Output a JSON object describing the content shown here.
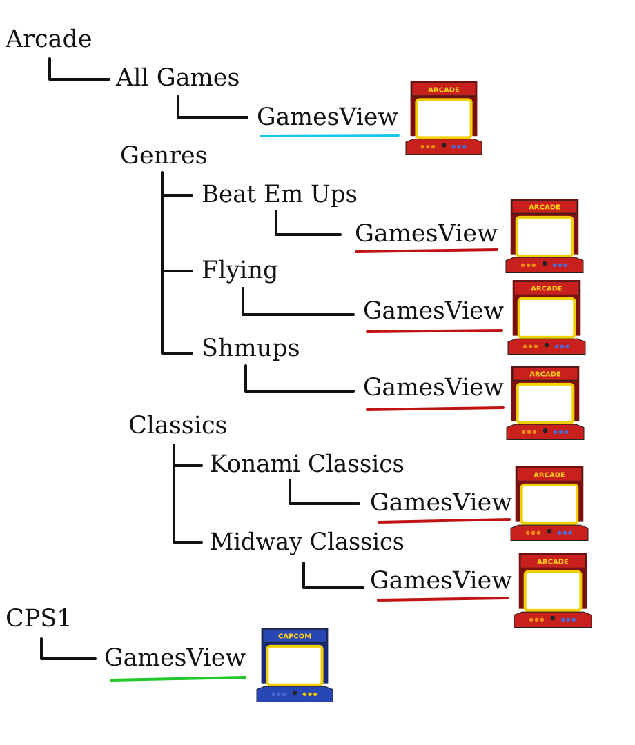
{
  "tree": {
    "arcade": {
      "label": "Arcade",
      "all_games": {
        "label": "All Games",
        "view": "GamesView"
      },
      "genres": {
        "label": "Genres",
        "items": [
          {
            "label": "Beat Em Ups",
            "view": "GamesView"
          },
          {
            "label": "Flying",
            "view": "GamesView"
          },
          {
            "label": "Shmups",
            "view": "GamesView"
          }
        ]
      },
      "classics": {
        "label": "Classics",
        "items": [
          {
            "label": "Konami Classics",
            "view": "GamesView"
          },
          {
            "label": "Midway Classics",
            "view": "GamesView"
          }
        ]
      }
    },
    "cps1": {
      "label": "CPS1",
      "view": "GamesView"
    }
  },
  "cabinets": {
    "arcade": {
      "marquee": "ARCADE",
      "color": "#c8201c"
    },
    "cps1": {
      "marquee": "CAPCOM",
      "color": "#2846b4"
    }
  },
  "colors": {
    "line": "#111111",
    "underline_cyan": "#16c6ee",
    "underline_red": "#c01414",
    "underline_green": "#20c82a",
    "screen_border": "#f0d000"
  }
}
